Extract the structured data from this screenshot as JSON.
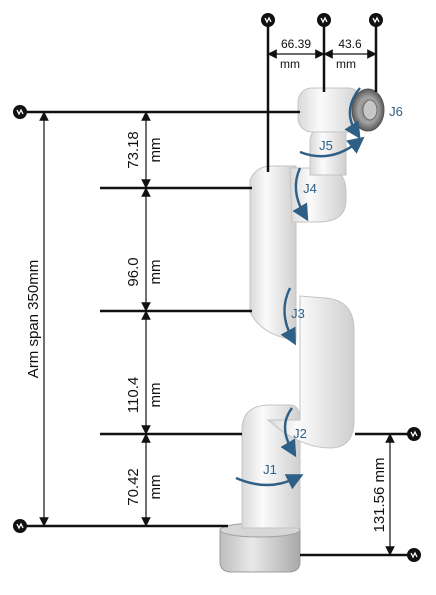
{
  "diagram": {
    "arm_span_label": "Arm span 350mm",
    "segments": [
      {
        "value": "73.18",
        "unit": "mm"
      },
      {
        "value": "96.0",
        "unit": "mm"
      },
      {
        "value": "110.4",
        "unit": "mm"
      },
      {
        "value": "70.42",
        "unit": "mm"
      }
    ],
    "top_offsets": [
      {
        "value": "66.39",
        "unit": "mm"
      },
      {
        "value": "43.6",
        "unit": "mm"
      }
    ],
    "base_height_label": "131.56 mm",
    "joints": [
      "J1",
      "J2",
      "J3",
      "J4",
      "J5",
      "J6"
    ],
    "colors": {
      "arm": "#f1f1f1",
      "joint_arrow": "#2e5f86",
      "lines": "#111111",
      "bearing": "#8a8a8a"
    },
    "icons": [
      "ground-symbol-icon"
    ]
  }
}
